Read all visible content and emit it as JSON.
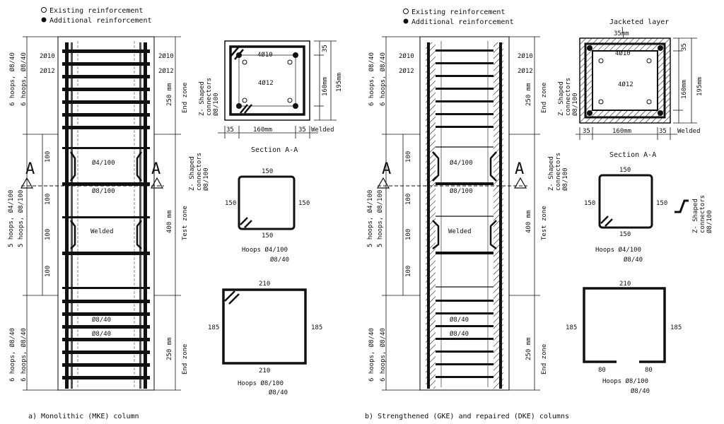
{
  "legend": {
    "existing": "Existing reinforcement",
    "additional": "Additional reinforcement"
  },
  "panel_a": {
    "caption": "a) Monolithic (MKE) column",
    "left_dims": [
      "6 hoops, Ø8/40",
      "6 hoops, Ø8/40",
      "5 hoops, Ø4/100",
      "5 hoops, Ø8/100",
      "100",
      "100",
      "100",
      "100",
      "6 hoops, Ø8/40",
      "6 hoops, Ø8/40"
    ],
    "bar_top1": "2Ø10",
    "bar_top2": "2Ø12",
    "bar_top1r": "2Ø10",
    "bar_top2r": "2Ø12",
    "hoop_a": "Ø4/100",
    "hoop_b": "Ø8/100",
    "welded": "Welded",
    "hoop_c": "Ø8/40",
    "hoop_d": "Ø8/40",
    "section_mark": "A",
    "zones": [
      "250 mm",
      "End zone",
      "400 mm",
      "Test zone",
      "250 mm",
      "End zone"
    ],
    "connectors": [
      "Z- Shaped",
      "connectors",
      "Ø8/100"
    ]
  },
  "section_a": {
    "title": "Section A-A",
    "top_bars": "4Ø10",
    "mid_bars": "4Ø12",
    "side_label": [
      "Z- Shaped",
      "connectors",
      "Ø8/100"
    ],
    "dim_160": "160mm",
    "dim_195": "195mm",
    "dim_35": "35",
    "dim_35b": "35",
    "dim_160b": "160mm",
    "dim_35c": "35",
    "welded": "Welded"
  },
  "hoops_small": {
    "top": "150",
    "left": "150",
    "right": "150",
    "bottom": "150",
    "caption1": "Hoops Ø4/100",
    "caption2": "Ø8/40"
  },
  "hoops_big": {
    "top": "210",
    "left": "185",
    "right": "185",
    "bottom": "210",
    "caption1": "Hoops Ø8/100",
    "caption2": "Ø8/40"
  },
  "panel_b": {
    "caption": "b) Strengthened (GKE) and repaired (DKE) columns",
    "jacket": "Jacketed layer",
    "jacket_dim": "35mm",
    "welded": "Welded",
    "hoops_big_bottom": [
      "80",
      "80"
    ],
    "connector_side": [
      "Z- Shaped",
      "connectors",
      "Ø8/100"
    ]
  }
}
